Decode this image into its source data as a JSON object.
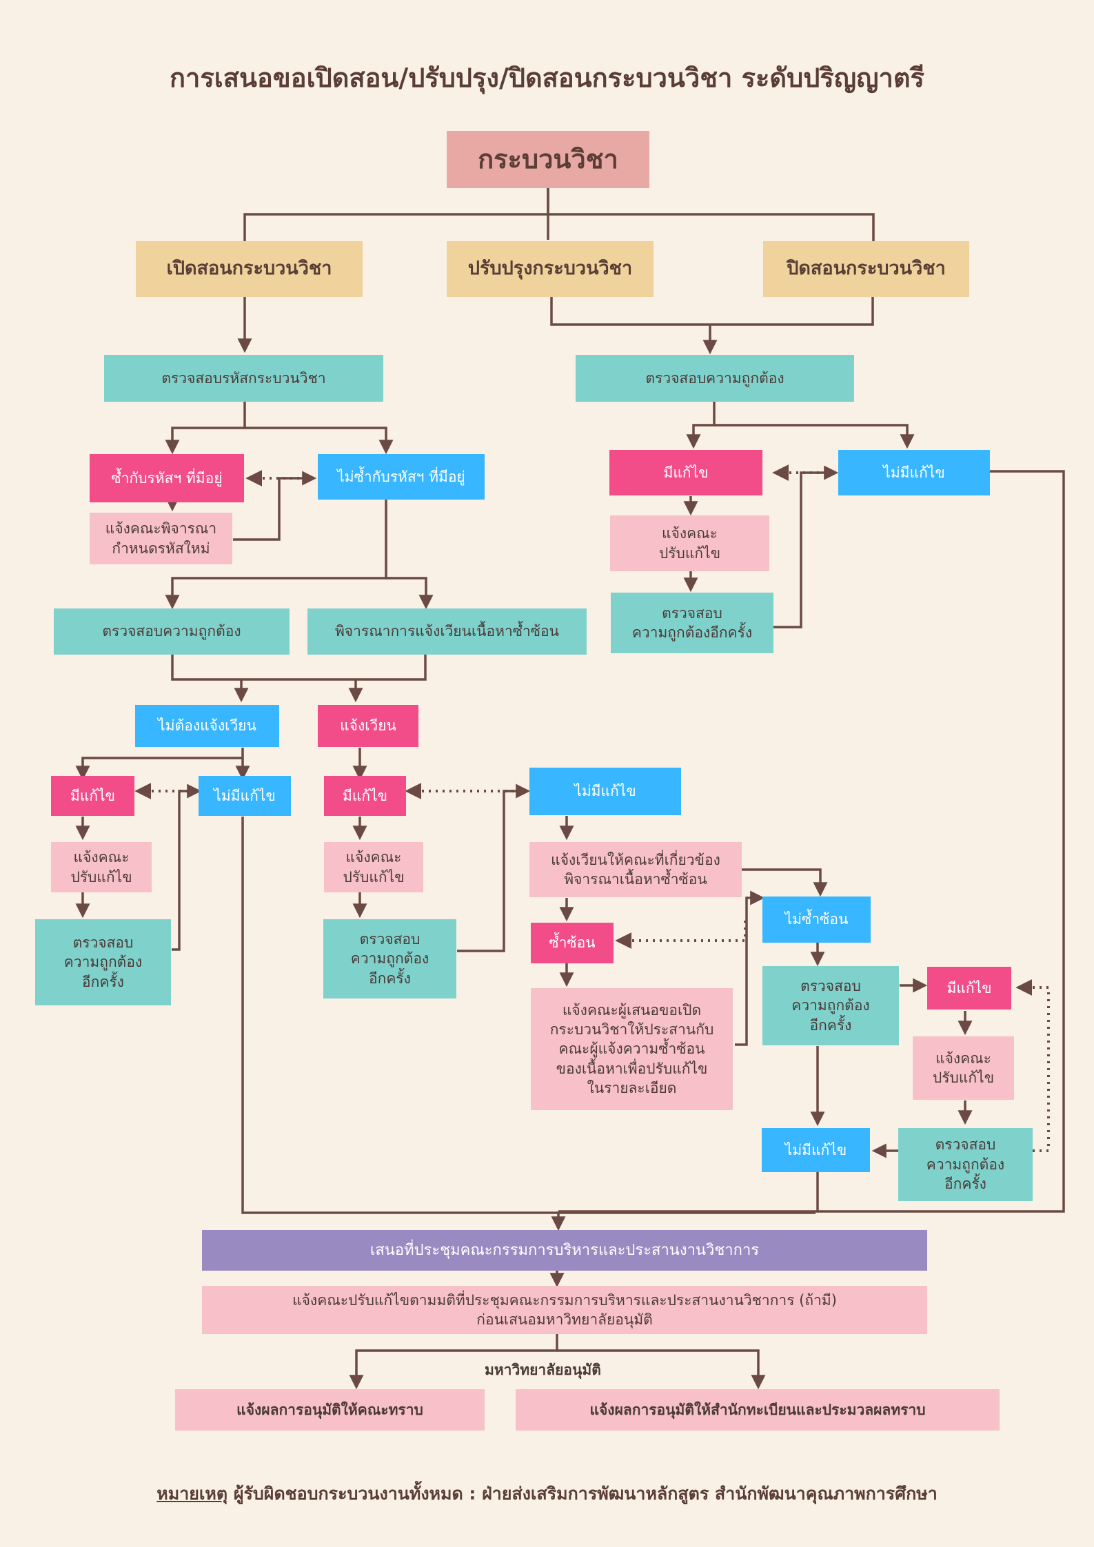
{
  "title": "การเสนอขอเปิดสอน/ปรับปรุง/ปิดสอนกระบวนวิชา ระดับปริญญาตรี",
  "nodes": {
    "root": "กระบวนวิชา",
    "open": "เปิดสอนกระบวนวิชา",
    "improve": "ปรับปรุงกระบวนวิชา",
    "close": "ปิดสอนกระบวนวิชา",
    "check_code": "ตรวจสอบรหัสกระบวนวิชา",
    "check_correct_right": "ตรวจสอบความถูกต้อง",
    "dup_code": "ซ้ำกับรหัสฯ ที่มีอยู่",
    "not_dup_code": "ไม่ซ้ำกับรหัสฯ ที่มีอยู่",
    "notify_new_code": "แจ้งคณะพิจารณา\nกำหนดรหัสใหม่",
    "right_has_fix": "มีแก้ไข",
    "right_no_fix": "ไม่มีแก้ไข",
    "right_notify_fix": "แจ้งคณะ\nปรับแก้ไข",
    "right_recheck": "ตรวจสอบ\nความถูกต้องอีกครั้ง",
    "check_correct_left": "ตรวจสอบความถูกต้อง",
    "consider_circulate": "พิจารณาการแจ้งเวียนเนื้อหาซ้ำซ้อน",
    "no_circulate": "ไม่ต้องแจ้งเวียน",
    "circulate": "แจ้งเวียน",
    "a_has_fix": "มีแก้ไข",
    "a_no_fix": "ไม่มีแก้ไข",
    "a_notify_fix": "แจ้งคณะ\nปรับแก้ไข",
    "a_recheck": "ตรวจสอบ\nความถูกต้อง\nอีกครั้ง",
    "b_has_fix": "มีแก้ไข",
    "b_notify_fix": "แจ้งคณะ\nปรับแก้ไข",
    "b_recheck": "ตรวจสอบ\nความถูกต้อง\nอีกครั้ง",
    "b_no_fix": "ไม่มีแก้ไข",
    "circulate_related": "แจ้งเวียนให้คณะที่เกี่ยวข้อง\nพิจารณาเนื้อหาซ้ำซ้อน",
    "duplicate": "ซ้ำซ้อน",
    "notify_coordinate": "แจ้งคณะผู้เสนอขอเปิด\nกระบวนวิชาให้ประสานกับ\nคณะผู้แจ้งความซ้ำซ้อน\nของเนื้อหาเพื่อปรับแก้ไข\nในรายละเอียด",
    "not_duplicate": "ไม่ซ้ำซ้อน",
    "c_recheck": "ตรวจสอบ\nความถูกต้อง\nอีกครั้ง",
    "c_has_fix": "มีแก้ไข",
    "c_notify_fix": "แจ้งคณะ\nปรับแก้ไข",
    "c_recheck2": "ตรวจสอบ\nความถูกต้อง\nอีกครั้ง",
    "c_no_fix": "ไม่มีแก้ไข",
    "meeting": "เสนอที่ประชุมคณะกรรมการบริหารและประสานงานวิชาการ",
    "notify_after_meeting": "แจ้งคณะปรับแก้ไขตามมติที่ประชุมคณะกรรมการบริหารและประสานงานวิชาการ (ถ้ามี)\nก่อนเสนอมหาวิทยาลัยอนุมัติ",
    "university_approve": "มหาวิทยาลัยอนุมัติ",
    "notify_faculty": "แจ้งผลการอนุมัติให้คณะทราบ",
    "notify_registrar": "แจ้งผลการอนุมัติให้สำนักทะเบียนและประมวลผลทราบ"
  },
  "note": {
    "label": "หมายเหตุ",
    "text": " ผู้รับผิดชอบกระบวนงานทั้งหมด : ฝ่ายส่งเสริมการพัฒนาหลักสูตร สำนักพัฒนาคุณภาพการศึกษา"
  }
}
